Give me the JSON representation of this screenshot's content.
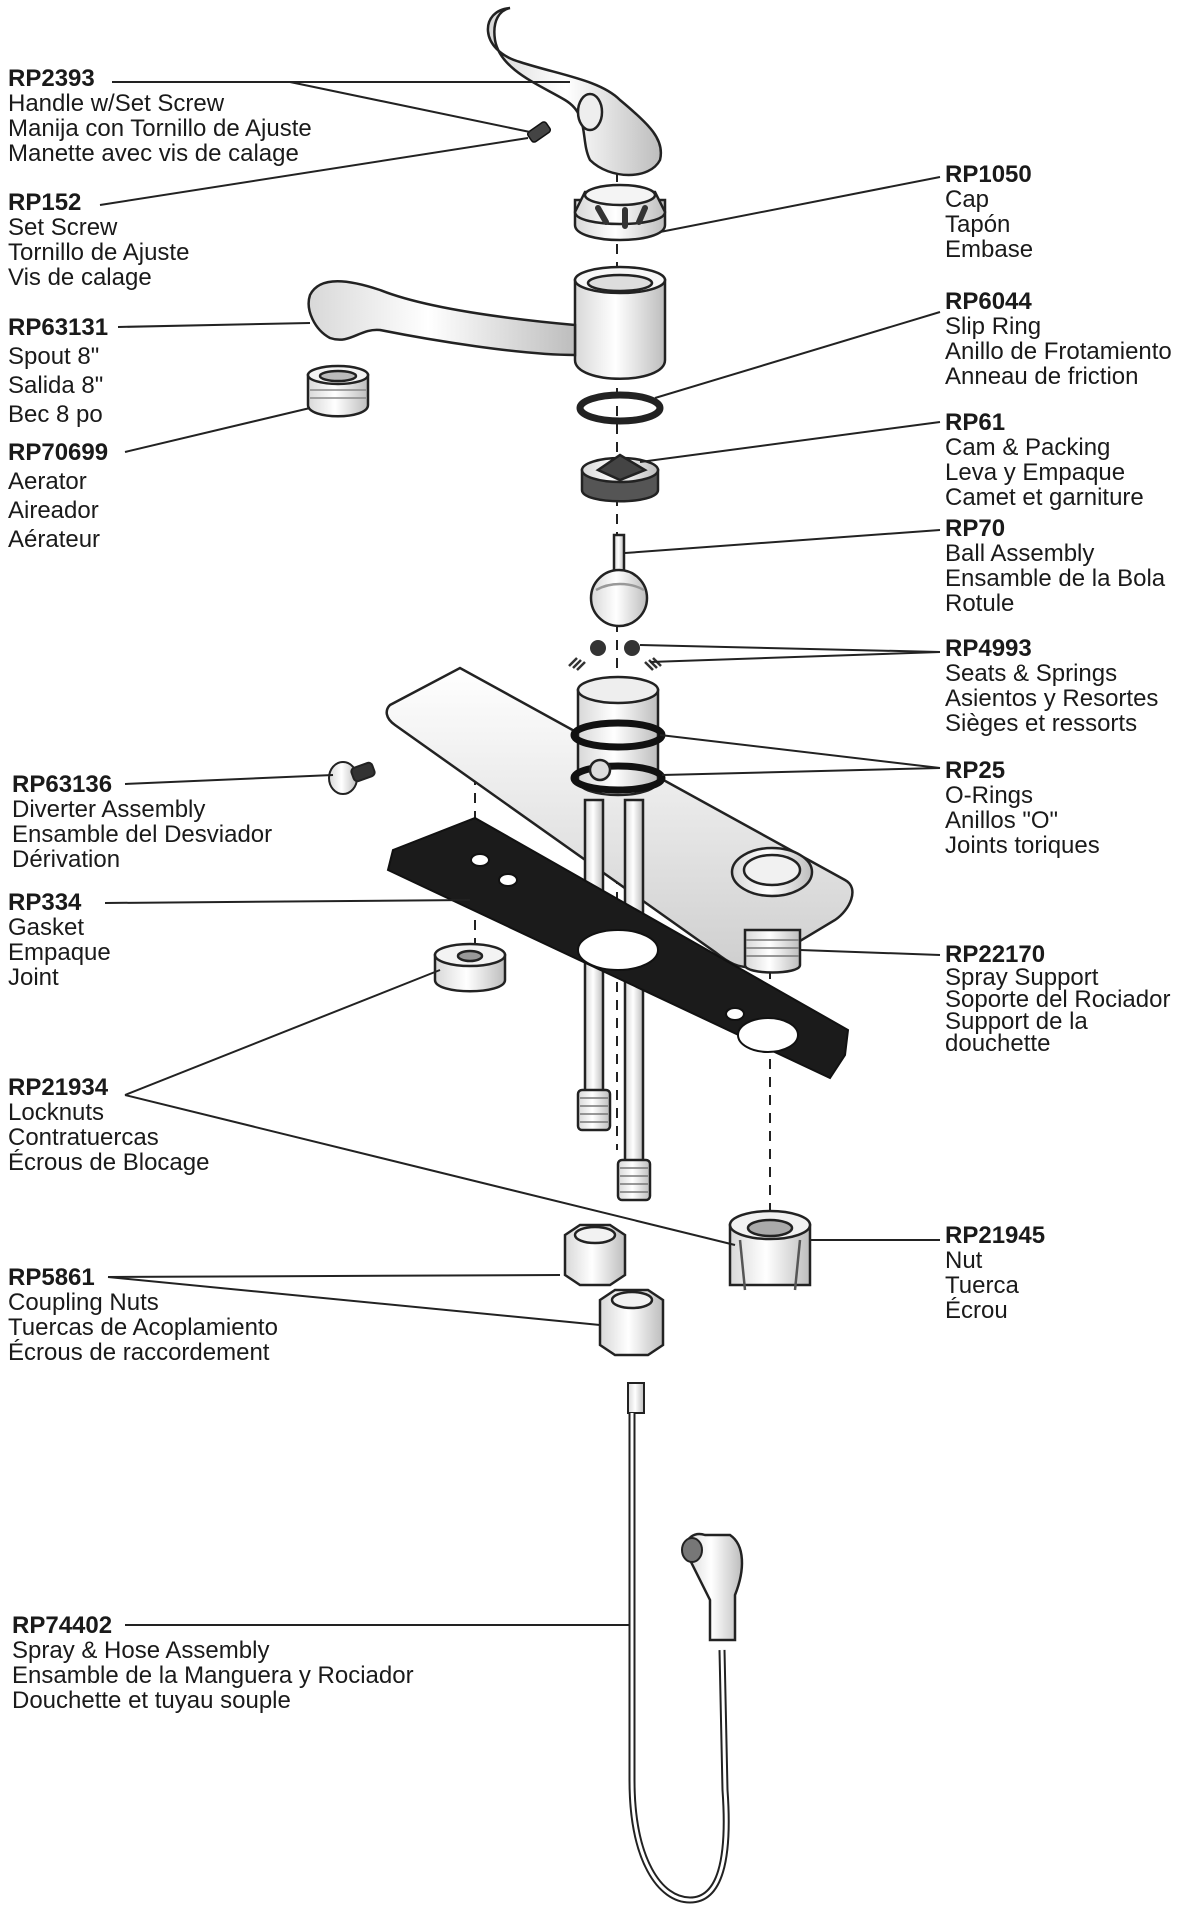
{
  "parts": [
    {
      "id": "rp2393",
      "number": "RP2393",
      "lines": [
        "Handle w/Set Screw",
        "Manija con Tornillo de Ajuste",
        "Manette avec vis de calage"
      ]
    },
    {
      "id": "rp152",
      "number": "RP152",
      "lines": [
        "Set Screw",
        "Tornillo de Ajuste",
        "Vis de calage"
      ]
    },
    {
      "id": "rp63131",
      "number": "RP63131",
      "lines": [
        "Spout 8\"",
        "Salida 8\"",
        "Bec 8 po"
      ]
    },
    {
      "id": "rp70699",
      "number": "RP70699",
      "lines": [
        "Aerator",
        "Aireador",
        "Aérateur"
      ]
    },
    {
      "id": "rp63136",
      "number": "RP63136",
      "lines": [
        "Diverter Assembly",
        "Ensamble del Desviador",
        "Dérivation"
      ]
    },
    {
      "id": "rp334",
      "number": "RP334",
      "lines": [
        "Gasket",
        "Empaque",
        "Joint"
      ]
    },
    {
      "id": "rp21934",
      "number": "RP21934",
      "lines": [
        "Locknuts",
        "Contratuercas",
        "Écrous de Blocage"
      ]
    },
    {
      "id": "rp5861",
      "number": "RP5861",
      "lines": [
        "Coupling Nuts",
        "Tuercas de Acoplamiento",
        "Écrous de raccordement"
      ]
    },
    {
      "id": "rp74402",
      "number": "RP74402",
      "lines": [
        "Spray & Hose Assembly",
        "Ensamble de la Manguera y Rociador",
        "Douchette et tuyau souple"
      ]
    },
    {
      "id": "rp1050",
      "number": "RP1050",
      "lines": [
        "Cap",
        "Tapón",
        "Embase"
      ]
    },
    {
      "id": "rp6044",
      "number": "RP6044",
      "lines": [
        "Slip Ring",
        "Anillo de Frotamiento",
        "Anneau de friction"
      ]
    },
    {
      "id": "rp61",
      "number": "RP61",
      "lines": [
        "Cam & Packing",
        "Leva y Empaque",
        "Camet et garniture"
      ]
    },
    {
      "id": "rp70",
      "number": "RP70",
      "lines": [
        "Ball Assembly",
        "Ensamble de la Bola",
        "Rotule"
      ]
    },
    {
      "id": "rp4993",
      "number": "RP4993",
      "lines": [
        "Seats & Springs",
        "Asientos y Resortes",
        "Sièges et ressorts"
      ]
    },
    {
      "id": "rp25",
      "number": "RP25",
      "lines": [
        "O-Rings",
        "Anillos \"O\"",
        "Joints toriques"
      ]
    },
    {
      "id": "rp22170",
      "number": "RP22170",
      "lines": [
        "Spray Support",
        "Soporte del Rociador",
        "Support de la",
        "douchette"
      ]
    },
    {
      "id": "rp21945",
      "number": "RP21945",
      "lines": [
        "Nut",
        "Tuerca",
        "Écrou"
      ]
    }
  ]
}
